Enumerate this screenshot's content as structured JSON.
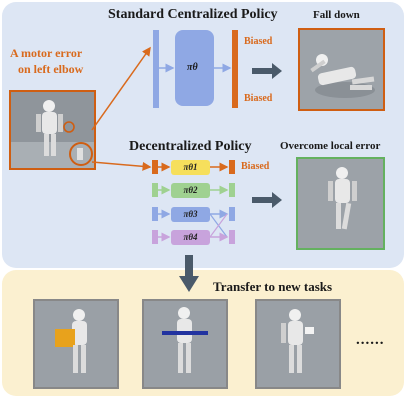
{
  "top": {
    "standard_title": "Standard Centralized Policy",
    "fall_label": "Fall down",
    "motor_error_line1": "A motor error",
    "motor_error_line2": "on left elbow",
    "pi_theta": "πθ",
    "biased_top": "Biased",
    "biased_bottom": "Biased",
    "decentralized_title": "Decentralized Policy",
    "overcome_label": "Overcome local error",
    "pi_theta_1": "πθ1",
    "pi_theta_2": "πθ2",
    "pi_theta_3": "πθ3",
    "pi_theta_4": "πθ4",
    "biased_dec": "Biased"
  },
  "bottom": {
    "transfer_label": "Transfer to new tasks",
    "ellipsis": "......"
  },
  "colors": {
    "orange": "#d96a1d",
    "blue": "#8fa8e4",
    "yellow": "#f6df5c",
    "green": "#9fd191",
    "purple": "#c8a3dc",
    "dark_arrow": "#4a5a6a"
  }
}
